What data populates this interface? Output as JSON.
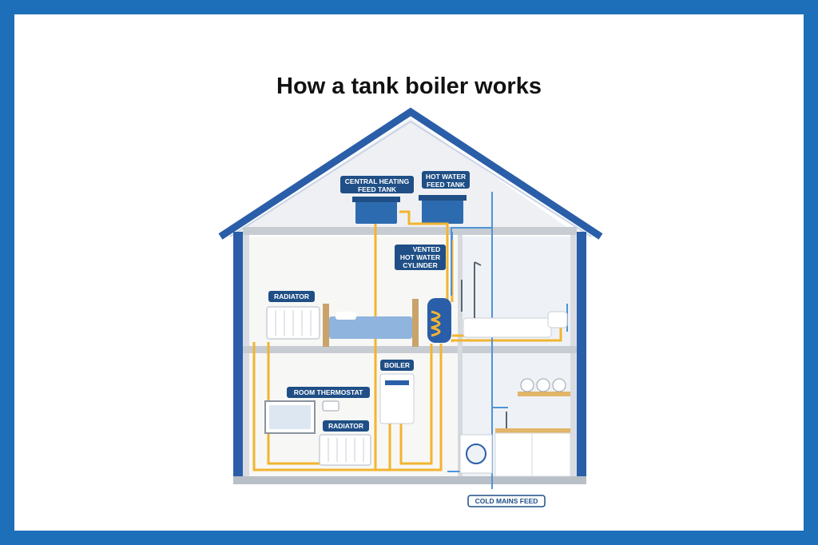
{
  "title": "How a tank boiler works",
  "labels": {
    "central_heating_tank": [
      "CENTRAL HEATING",
      "FEED TANK"
    ],
    "hot_water_tank": [
      "HOT WATER",
      "FEED TANK"
    ],
    "vented_cylinder": [
      "VENTED",
      "HOT WATER",
      "CYLINDER"
    ],
    "radiator_upper": "RADIATOR",
    "radiator_lower": "RADIATOR",
    "boiler": "BOILER",
    "room_thermostat": "ROOM THERMOSTAT",
    "cold_mains_feed": "COLD MAINS FEED"
  },
  "colors": {
    "border": "#1c6fb8",
    "house_blue": "#2a5ea8",
    "label_bg": "#1f4f86",
    "hot_pipe": "#f2b430",
    "cold_pipe": "#4f93d6"
  }
}
